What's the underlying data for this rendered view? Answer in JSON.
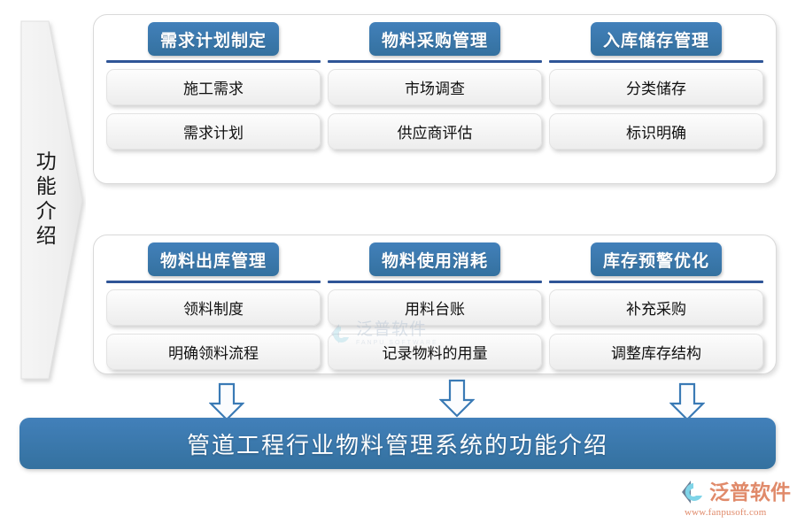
{
  "left_banner": {
    "label": "功能介绍",
    "shape": "right-pointing-chevron",
    "fill_color": "#f0f0f0"
  },
  "colors": {
    "chip_blue": "#3a7ab5",
    "divider_navy": "#2f5597",
    "sub_box_gray": "#f4f4f4",
    "panel_border": "#d9d9d9",
    "banner_blue": "#3a7ab5",
    "logo_orange": "#e08a6a"
  },
  "panels": [
    {
      "id": "panel-1",
      "columns": [
        {
          "header": "需求计划制定",
          "items": [
            "施工需求",
            "需求计划"
          ]
        },
        {
          "header": "物料采购管理",
          "items": [
            "市场调查",
            "供应商评估"
          ]
        },
        {
          "header": "入库储存管理",
          "items": [
            "分类储存",
            "标识明确"
          ]
        }
      ]
    },
    {
      "id": "panel-2",
      "columns": [
        {
          "header": "物料出库管理",
          "items": [
            "领料制度",
            "明确领料流程"
          ]
        },
        {
          "header": "物料使用消耗",
          "items": [
            "用料台账",
            "记录物料的用量"
          ]
        },
        {
          "header": "库存预警优化",
          "items": [
            "补充采购",
            "调整库存结构"
          ]
        }
      ]
    }
  ],
  "arrows": {
    "count": 3,
    "direction": "down",
    "style": "white-fill-blue-outline"
  },
  "bottom_banner": {
    "text": "管道工程行业物料管理系统的功能介绍"
  },
  "center_watermark": {
    "cn": "泛普软件",
    "en": "FANPU SOFTWARE"
  },
  "corner_logo": {
    "cn": "泛普软件",
    "url": "www.fanpusoft.com"
  }
}
